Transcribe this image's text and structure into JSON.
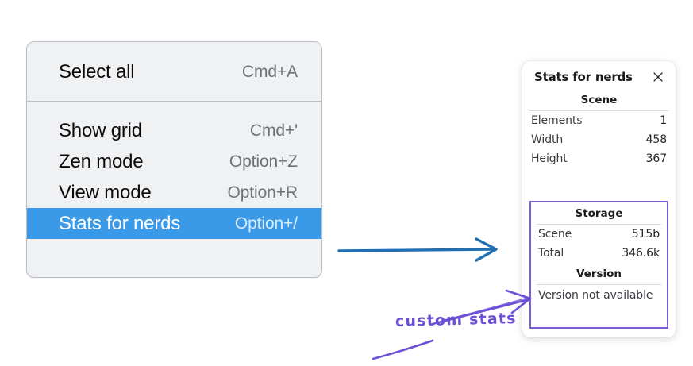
{
  "context_menu": {
    "name": "canvas-context-menu",
    "groups": [
      {
        "items": [
          {
            "label": "Select all",
            "shortcut": "Cmd+A",
            "highlighted": false
          }
        ]
      },
      {
        "items": [
          {
            "label": "Show grid",
            "shortcut": "Cmd+'",
            "highlighted": false
          },
          {
            "label": "Zen mode",
            "shortcut": "Option+Z",
            "highlighted": false
          },
          {
            "label": "View mode",
            "shortcut": "Option+R",
            "highlighted": false
          },
          {
            "label": "Stats for nerds",
            "shortcut": "Option+/",
            "highlighted": true
          }
        ]
      }
    ]
  },
  "stats_panel": {
    "title": "Stats for nerds",
    "close_icon": "close-icon",
    "sections": [
      {
        "heading": "Scene",
        "rows": [
          {
            "label": "Elements",
            "value": "1"
          },
          {
            "label": "Width",
            "value": "458"
          },
          {
            "label": "Height",
            "value": "367"
          }
        ]
      },
      {
        "heading": "Storage",
        "rows": [
          {
            "label": "Scene",
            "value": "515b"
          },
          {
            "label": "Total",
            "value": "346.6k"
          }
        ]
      },
      {
        "heading": "Version",
        "single": "Version not available"
      }
    ]
  },
  "annotations": {
    "handwriting_label": "custom stats",
    "blue_arrow_name": "blue-arrow-menu-to-panel",
    "purple_arrow_name": "purple-arrow-to-custom-stats",
    "purple_underline_name": "purple-underline-stroke"
  },
  "colors": {
    "menu_background": "#f0f1f3",
    "menu_border": "#b9bfc7",
    "highlight_blue": "#3b9ae8",
    "shortcut_gray": "#6e7178",
    "annotation_purple": "#7b5bd6",
    "arrow_blue": "#1f6fb2",
    "panel_white": "#ffffff"
  }
}
